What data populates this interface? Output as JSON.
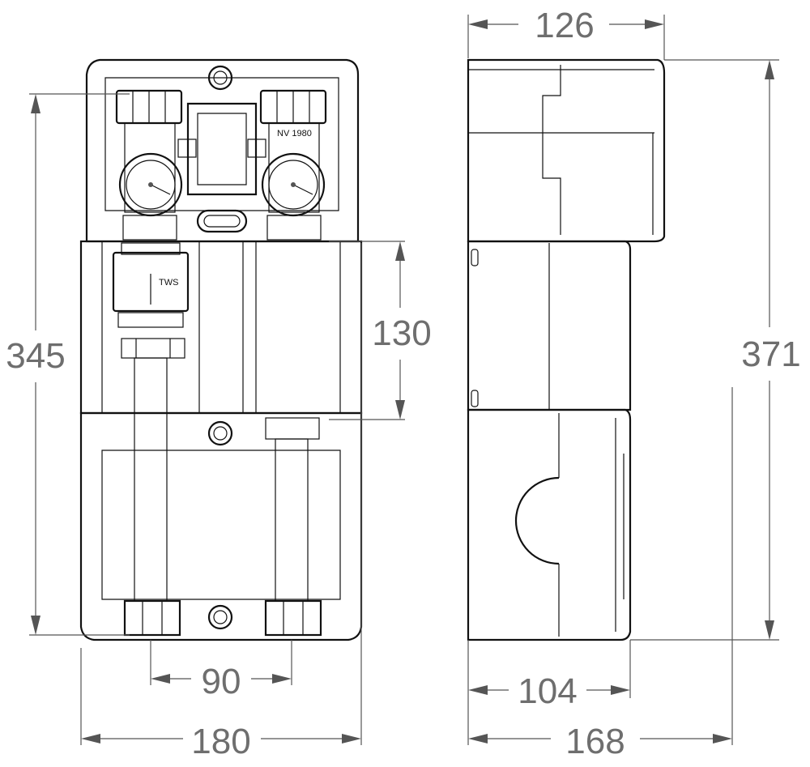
{
  "drawing": {
    "front_view": {
      "dimensions": {
        "height_345": "345",
        "height_130": "130",
        "width_90": "90",
        "width_180": "180"
      },
      "small_texts": {
        "right_valve_text": "NV 1980",
        "flow_indicator_text": "TWS"
      }
    },
    "side_view": {
      "dimensions": {
        "depth_126": "126",
        "height_371": "371",
        "depth_104": "104",
        "depth_168": "168"
      }
    }
  },
  "colors": {
    "line": "#111111",
    "dimension": "#6e6e6e",
    "body_fill": "#ffffff"
  }
}
